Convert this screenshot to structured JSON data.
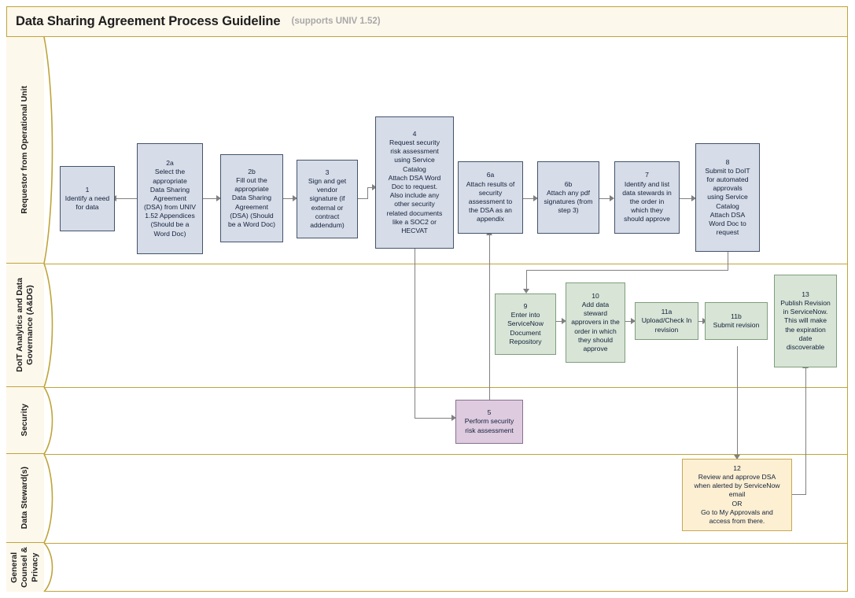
{
  "header": {
    "title": "Data Sharing Agreement Process Guideline",
    "subtitle": "(supports UNIV 1.52)"
  },
  "colors": {
    "frame_border": "#bfa43a",
    "lane_header_bg": "#fdf8ec",
    "blue_fill": "#d6dce8",
    "blue_border": "#44546a",
    "green_fill": "#d7e4d6",
    "green_border": "#7f9e7c",
    "purple_fill": "#decbdf",
    "purple_border": "#8a6f92",
    "tan_fill": "#fcefd2",
    "tan_border": "#c9a84e",
    "connector": "#808080",
    "title_text": "#1d1d1d",
    "subtitle_text": "#a8a8a8"
  },
  "lanes": [
    {
      "id": "requestor",
      "label": "Requestor from Operational Unit"
    },
    {
      "id": "doit",
      "label": "DoIT Analytics and Data\nGovernance (A&DG)"
    },
    {
      "id": "security",
      "label": "Security"
    },
    {
      "id": "steward",
      "label": "Data Steward(s)"
    },
    {
      "id": "counsel",
      "label": "General\nCounsel &\nPrivacy"
    }
  ],
  "nodes": [
    {
      "id": "n1",
      "number": "1",
      "lane": "requestor",
      "color": "blue",
      "text": "1\nIdentify a need\nfor data"
    },
    {
      "id": "n2a",
      "number": "2a",
      "lane": "requestor",
      "color": "blue",
      "text": "2a\nSelect the\nappropriate\nData Sharing\nAgreement\n(DSA) from UNIV\n1.52 Appendices\n(Should be a\nWord Doc)"
    },
    {
      "id": "n2b",
      "number": "2b",
      "lane": "requestor",
      "color": "blue",
      "text": "2b\nFill out the\nappropriate\nData Sharing\nAgreement\n(DSA) (Should\nbe a Word Doc)"
    },
    {
      "id": "n3",
      "number": "3",
      "lane": "requestor",
      "color": "blue",
      "text": "3\nSign and get\nvendor\nsignature (if\nexternal or\ncontract\naddendum)"
    },
    {
      "id": "n4",
      "number": "4",
      "lane": "requestor",
      "color": "blue",
      "text": "4\nRequest security\nrisk assessment\nusing Service\nCatalog\nAttach DSA Word\nDoc to request.\nAlso include any\nother security\nrelated documents\nlike a SOC2 or\nHECVAT"
    },
    {
      "id": "n6a",
      "number": "6a",
      "lane": "requestor",
      "color": "blue",
      "text": "6a\nAttach results of\nsecurity\nassessment to\nthe DSA as an\nappendix"
    },
    {
      "id": "n6b",
      "number": "6b",
      "lane": "requestor",
      "color": "blue",
      "text": "6b\nAttach any pdf\nsignatures (from\nstep 3)"
    },
    {
      "id": "n7",
      "number": "7",
      "lane": "requestor",
      "color": "blue",
      "text": "7\nIdentify and list\ndata stewards in\nthe order in\nwhich they\nshould approve"
    },
    {
      "id": "n8",
      "number": "8",
      "lane": "requestor",
      "color": "blue",
      "text": "8\nSubmit to DoIT\nfor automated\napprovals\nusing Service\nCatalog\nAttach DSA\nWord Doc to\nrequest"
    },
    {
      "id": "n9",
      "number": "9",
      "lane": "doit",
      "color": "green",
      "text": "9\nEnter into\nServiceNow\nDocument\nRepository"
    },
    {
      "id": "n10",
      "number": "10",
      "lane": "doit",
      "color": "green",
      "text": "10\nAdd data\nsteward\napprovers in the\norder in which\nthey should\napprove"
    },
    {
      "id": "n11a",
      "number": "11a",
      "lane": "doit",
      "color": "green",
      "text": "11a\nUpload/Check In\nrevision"
    },
    {
      "id": "n11b",
      "number": "11b",
      "lane": "doit",
      "color": "green",
      "text": "11b\nSubmit revision"
    },
    {
      "id": "n13",
      "number": "13",
      "lane": "doit",
      "color": "green",
      "text": "13\nPublish Revision\nin ServiceNow.\nThis will make\nthe expiration\ndate\ndiscoverable"
    },
    {
      "id": "n5",
      "number": "5",
      "lane": "security",
      "color": "purple",
      "text": "5\nPerform security\nrisk assessment"
    },
    {
      "id": "n12",
      "number": "12",
      "lane": "steward",
      "color": "tan",
      "text": "12\nReview and approve DSA\nwhen alerted by ServiceNow\nemail\nOR\nGo to My Approvals and\naccess from there."
    }
  ],
  "edges": [
    {
      "from": "n2a",
      "to": "n1",
      "direction": "left"
    },
    {
      "from": "n2a",
      "to": "n2b",
      "direction": "right"
    },
    {
      "from": "n2b",
      "to": "n3",
      "direction": "right"
    },
    {
      "from": "n3",
      "to": "n4",
      "direction": "right"
    },
    {
      "from": "n4",
      "to": "n5",
      "direction": "down-right"
    },
    {
      "from": "n5",
      "to": "n6a",
      "direction": "up"
    },
    {
      "from": "n6a",
      "to": "n6b",
      "direction": "right"
    },
    {
      "from": "n6b",
      "to": "n7",
      "direction": "right"
    },
    {
      "from": "n7",
      "to": "n8",
      "direction": "right"
    },
    {
      "from": "n8",
      "to": "n9",
      "direction": "down-left"
    },
    {
      "from": "n9",
      "to": "n10",
      "direction": "right"
    },
    {
      "from": "n10",
      "to": "n11a",
      "direction": "right"
    },
    {
      "from": "n11a",
      "to": "n11b",
      "direction": "right"
    },
    {
      "from": "n11b",
      "to": "n12",
      "direction": "down"
    },
    {
      "from": "n12",
      "to": "n13",
      "direction": "right-up"
    }
  ]
}
